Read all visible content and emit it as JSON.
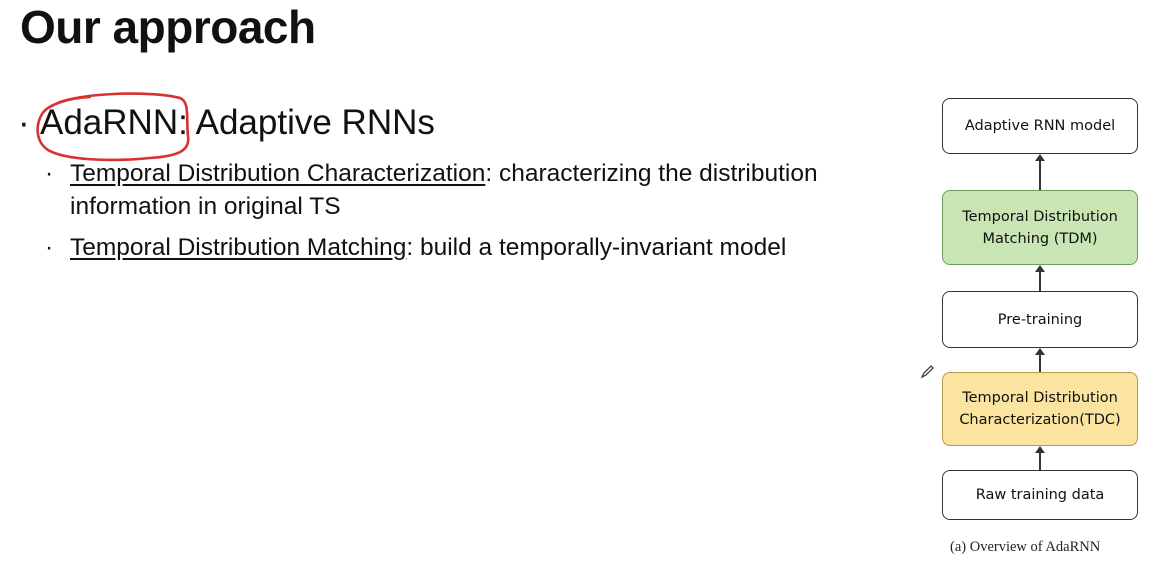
{
  "slide": {
    "title": "Our approach",
    "main_bullet": {
      "symbol": "·",
      "name": "AdaRNN",
      "rest": ": Adaptive RNNs"
    },
    "sub_bullets": [
      {
        "symbol": "·",
        "term": "Temporal Distribution Characterization",
        "description": ": characterizing the distribution information in original TS"
      },
      {
        "symbol": "·",
        "term": "Temporal Distribution Matching",
        "description": ": build a temporally-invariant model"
      }
    ]
  },
  "diagram": {
    "boxes": [
      {
        "label": "Adaptive RNN model",
        "color": "#ffffff"
      },
      {
        "label": "Temporal Distribution Matching (TDM)",
        "color": "#c9e5b4"
      },
      {
        "label": "Pre-training",
        "color": "#ffffff"
      },
      {
        "label": "Temporal Distribution Characterization(TDC)",
        "color": "#fbe3a0"
      },
      {
        "label": "Raw training data",
        "color": "#ffffff"
      }
    ],
    "caption": "(a) Overview of AdaRNN"
  },
  "annotation": {
    "ink_color": "#d93030"
  }
}
